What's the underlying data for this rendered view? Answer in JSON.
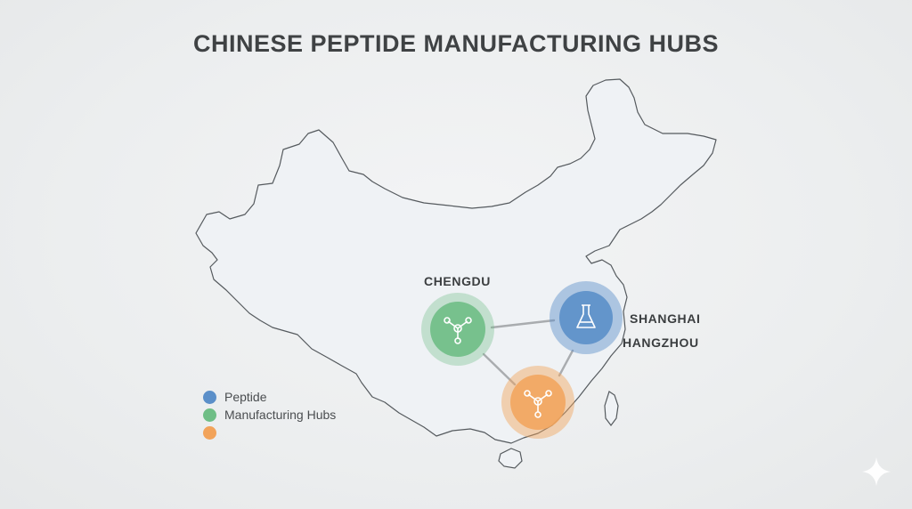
{
  "title": "CHINESE PEPTIDE MANUFACTURING HUBS",
  "colors": {
    "peptide": "#5b8fc9",
    "manufacturing": "#6fbe86",
    "third": "#f2a35a",
    "map_fill": "#eff2f5",
    "map_stroke": "#555a5e",
    "connector": "#a9acaf"
  },
  "hubs": [
    {
      "label": "CHENGDU",
      "icon": "molecule-icon",
      "color": "manufacturing"
    },
    {
      "label": "SHANGHAI",
      "icon": "flask-icon",
      "color": "peptide"
    },
    {
      "label": "HANGZHOU",
      "icon": "flask-icon",
      "color": "peptide"
    },
    {
      "label": "",
      "icon": "molecule-icon",
      "color": "third"
    }
  ],
  "legend": [
    {
      "label": "Peptide",
      "color": "peptide"
    },
    {
      "label": "Manufacturing Hubs",
      "color": "manufacturing"
    },
    {
      "label": "",
      "color": "third"
    }
  ],
  "watermark_icon": "sparkle-icon"
}
